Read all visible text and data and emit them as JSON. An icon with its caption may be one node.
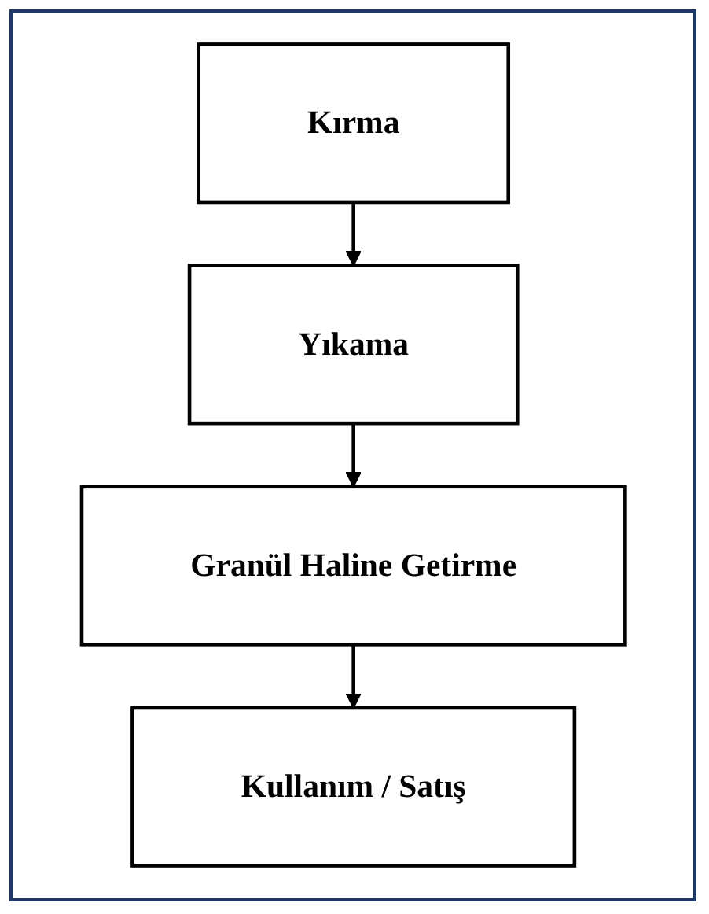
{
  "diagram": {
    "nodes": [
      {
        "text": [
          "Kırma"
        ]
      },
      {
        "text": [
          "Yıkama"
        ]
      },
      {
        "text": [
          "Granül Haline Getirme"
        ]
      },
      {
        "text": [
          "Kullanım / Satış"
        ]
      }
    ],
    "edges": [
      {
        "from": 0,
        "to": 1,
        "arrow": "to"
      },
      {
        "from": 1,
        "to": 2,
        "arrow": "to"
      },
      {
        "from": 2,
        "to": 3,
        "arrow": "to"
      }
    ]
  }
}
